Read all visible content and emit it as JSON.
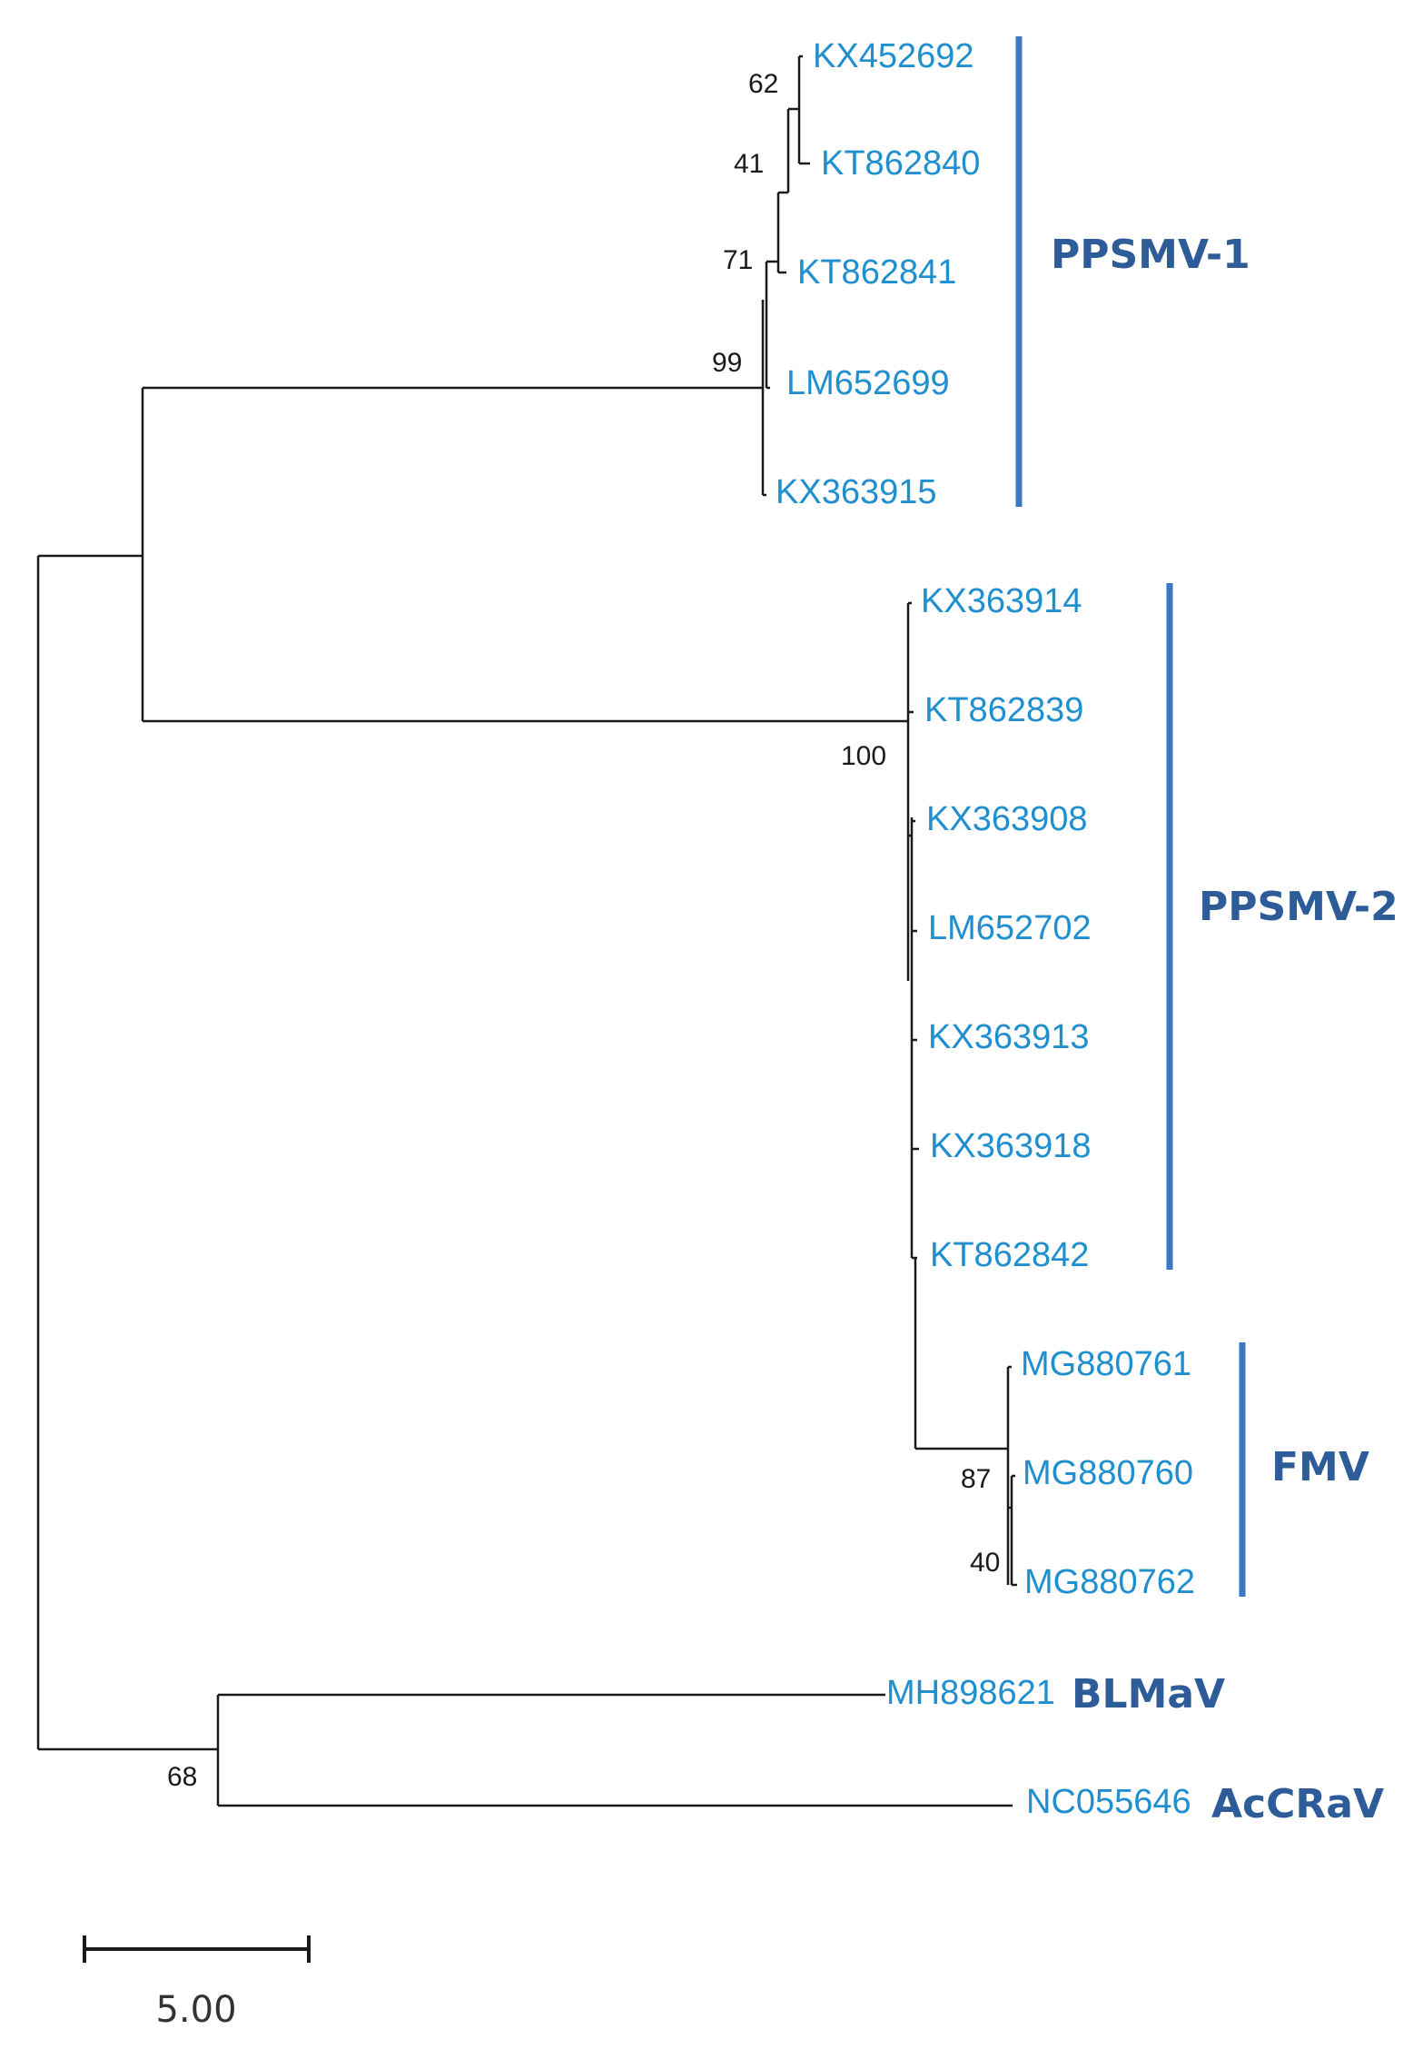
{
  "colors": {
    "leaf_label": "#1f8fcf",
    "clade_label": "#2e5c99",
    "clade_bar": "#3b78c4",
    "branch": "#1a1a1a"
  },
  "leaves": [
    {
      "id": "KX452692",
      "label": "KX452692"
    },
    {
      "id": "KT862840",
      "label": "KT862840"
    },
    {
      "id": "KT862841",
      "label": "KT862841"
    },
    {
      "id": "LM652699",
      "label": "LM652699"
    },
    {
      "id": "KX363915",
      "label": "KX363915"
    },
    {
      "id": "KX363914",
      "label": "KX363914"
    },
    {
      "id": "KT862839",
      "label": "KT862839"
    },
    {
      "id": "KX363908",
      "label": "KX363908"
    },
    {
      "id": "LM652702",
      "label": "LM652702"
    },
    {
      "id": "KX363913",
      "label": "KX363913"
    },
    {
      "id": "KX363918",
      "label": "KX363918"
    },
    {
      "id": "KT862842",
      "label": "KT862842"
    },
    {
      "id": "MG880761",
      "label": "MG880761"
    },
    {
      "id": "MG880760",
      "label": "MG880760"
    },
    {
      "id": "MG880762",
      "label": "MG880762"
    },
    {
      "id": "MH898621",
      "label": "MH898621"
    },
    {
      "id": "NC055646",
      "label": "NC055646"
    }
  ],
  "bootstrap": [
    {
      "id": "b62",
      "value": "62"
    },
    {
      "id": "b41",
      "value": "41"
    },
    {
      "id": "b71",
      "value": "71"
    },
    {
      "id": "b99",
      "value": "99"
    },
    {
      "id": "b100",
      "value": "100"
    },
    {
      "id": "b87",
      "value": "87"
    },
    {
      "id": "b40",
      "value": "40"
    },
    {
      "id": "b68",
      "value": "68"
    }
  ],
  "clades": [
    {
      "id": "ppsmv1",
      "label": "PPSMV-1",
      "members": [
        "KX452692",
        "KT862840",
        "KT862841",
        "LM652699",
        "KX363915"
      ]
    },
    {
      "id": "ppsmv2",
      "label": "PPSMV-2",
      "members": [
        "KX363914",
        "KT862839",
        "KX363908",
        "LM652702",
        "KX363913",
        "KX363918",
        "KT862842"
      ]
    },
    {
      "id": "fmv",
      "label": "FMV",
      "members": [
        "MG880761",
        "MG880760",
        "MG880762"
      ]
    },
    {
      "id": "blmav",
      "label": "BLMaV",
      "members": [
        "MH898621"
      ]
    },
    {
      "id": "accrav",
      "label": "AcCRaV",
      "members": [
        "NC055646"
      ]
    }
  ],
  "scale_bar": {
    "label": "5.00",
    "value": 5.0
  }
}
